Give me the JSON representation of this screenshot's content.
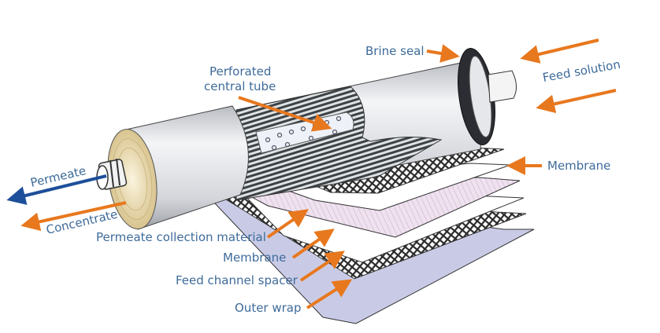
{
  "diagram": {
    "subject": "Spiral-wound reverse osmosis membrane module (cutaway)",
    "colors": {
      "label_text": "#3e6b9a",
      "orange_arrow": "#e8781e",
      "blue_arrow": "#1d4f9a",
      "tube_body": "#d9dbe0",
      "outer_wrap_sheet": "#c9cbe6",
      "permeate_collection_sheet": "#ecdfec",
      "brine_seal": "#2b2d33",
      "end_face": "#efe3c2"
    },
    "labels": {
      "perforated_tube_line1": "Perforated",
      "perforated_tube_line2": "central tube",
      "brine_seal": "Brine seal",
      "feed_solution": "Feed solution",
      "membrane_right": "Membrane",
      "permeate": "Permeate",
      "concentrate": "Concentrate",
      "permeate_collection": "Permeate collection material",
      "membrane_left": "Membrane",
      "feed_spacer": "Feed channel spacer",
      "outer_wrap": "Outer wrap"
    },
    "layers_top_to_bottom": [
      "Feed channel spacer",
      "Membrane",
      "Permeate collection material",
      "Membrane",
      "Feed channel spacer",
      "Outer wrap"
    ]
  }
}
